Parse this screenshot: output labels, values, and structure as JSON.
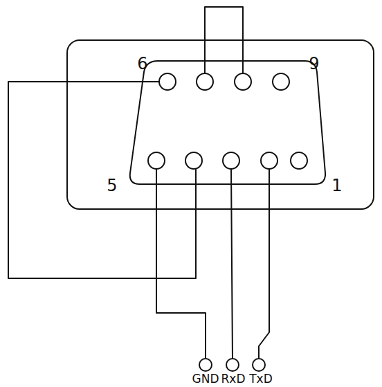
{
  "diagram": {
    "labels": [
      "6",
      "9",
      "5",
      "1",
      "GND",
      "RxD",
      "TxD"
    ]
  }
}
